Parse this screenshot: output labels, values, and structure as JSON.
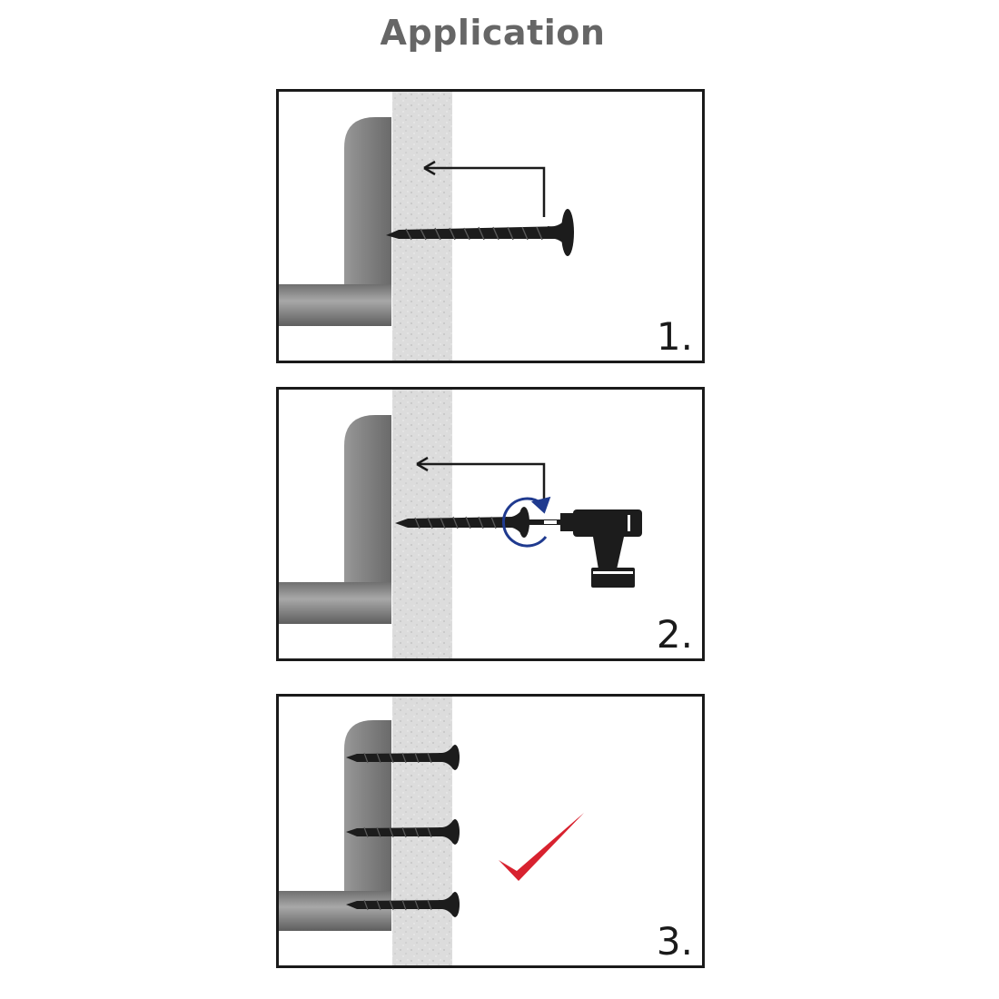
{
  "page": {
    "title": "Application",
    "title_color": "#666666"
  },
  "colors": {
    "frame": "#1a1a1a",
    "wall": "#d9d9d9",
    "bracket": "#8c8c8c",
    "screw": "#1c1c1c",
    "rotation": "#1f3a8f",
    "check": "#d8222f"
  },
  "steps": [
    {
      "number": "1.",
      "icons": [
        "wall",
        "bracket",
        "screw",
        "insert-arrow"
      ]
    },
    {
      "number": "2.",
      "icons": [
        "wall",
        "bracket",
        "screw",
        "insert-arrow",
        "rotation-arrow",
        "cordless-drill-icon"
      ]
    },
    {
      "number": "3.",
      "icons": [
        "wall",
        "bracket",
        "screw",
        "screw",
        "screw",
        "checkmark-icon"
      ]
    }
  ]
}
